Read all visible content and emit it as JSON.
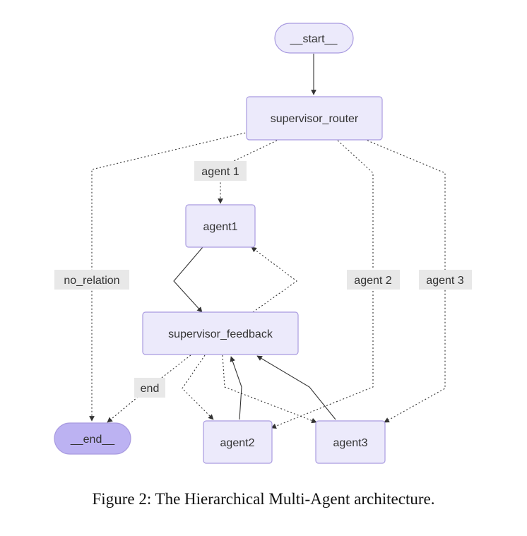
{
  "nodes": {
    "start": "__start__",
    "supervisor_router": "supervisor_router",
    "agent1": "agent1",
    "supervisor_feedback": "supervisor_feedback",
    "end": "__end__",
    "agent2": "agent2",
    "agent3": "agent3"
  },
  "edge_labels": {
    "agent_1": "agent 1",
    "no_relation": "no_relation",
    "agent_2": "agent 2",
    "agent_3": "agent 3",
    "end": "end"
  },
  "caption": "Figure 2: The Hierarchical Multi-Agent architecture.",
  "colors": {
    "node_fill": "#ECEAFB",
    "node_stroke": "#A99BE0",
    "end_fill": "#BCB2F2",
    "label_bg": "#E8E8E8"
  }
}
